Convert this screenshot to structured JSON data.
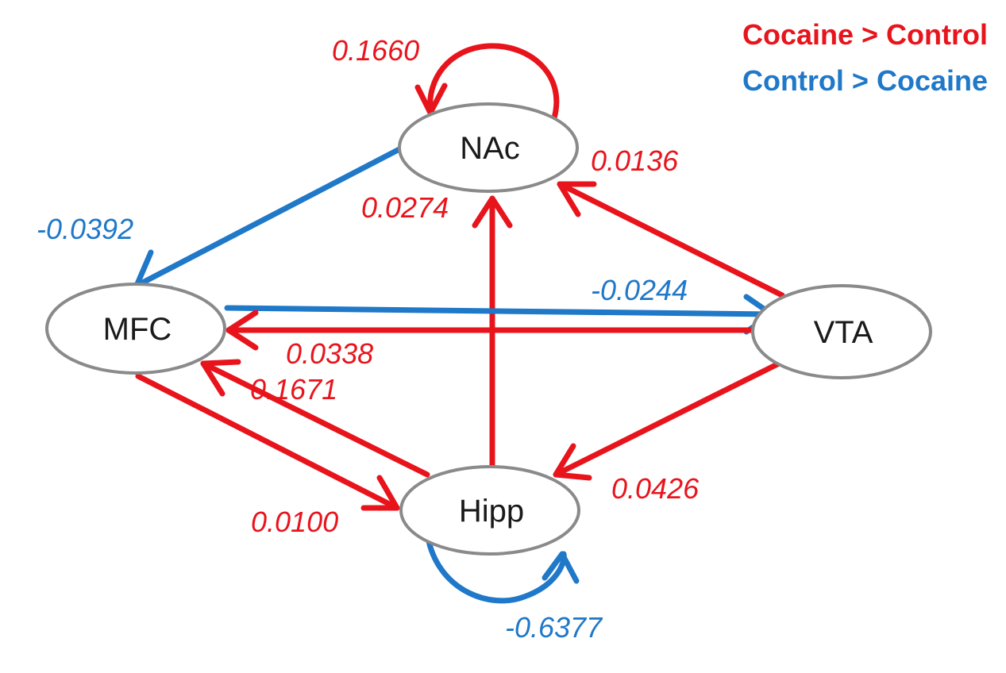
{
  "colors": {
    "increase": "#e8141c",
    "decrease": "#1f78c8",
    "node_stroke": "#8a8a8a"
  },
  "legend": {
    "increase_label": "Cocaine > Control",
    "decrease_label": "Control > Cocaine"
  },
  "nodes": {
    "nac": "NAc",
    "mfc": "MFC",
    "vta": "VTA",
    "hipp": "Hipp"
  },
  "edges": {
    "nac_self": {
      "value": "0.1660",
      "direction": "increase"
    },
    "nac_to_mfc": {
      "value": "-0.0392",
      "direction": "decrease"
    },
    "vta_to_nac": {
      "value": "0.0136",
      "direction": "increase"
    },
    "hipp_to_nac": {
      "value": "0.0274",
      "direction": "increase"
    },
    "mfc_to_vta": {
      "value": "-0.0244",
      "direction": "decrease"
    },
    "vta_to_mfc": {
      "value": "0.0338",
      "direction": "increase"
    },
    "hipp_to_mfc": {
      "value": "0.1671",
      "direction": "increase"
    },
    "mfc_to_hipp": {
      "value": "0.0100",
      "direction": "increase"
    },
    "vta_to_hipp": {
      "value": "0.0426",
      "direction": "increase"
    },
    "hipp_self": {
      "value": "-0.6377",
      "direction": "decrease"
    }
  }
}
